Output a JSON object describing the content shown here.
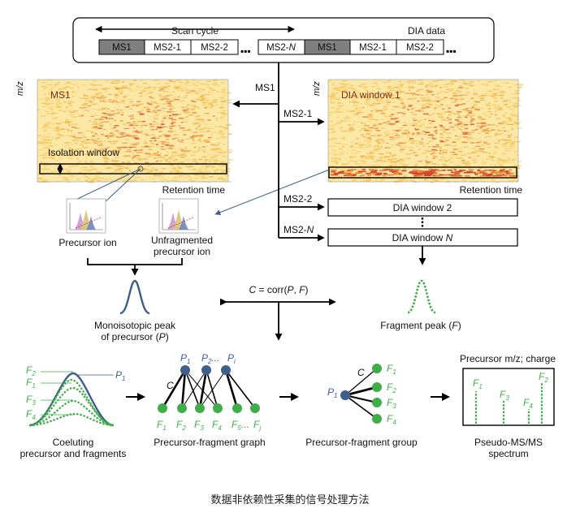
{
  "scan_bar": {
    "scan_cycle": "Scan cycle",
    "dia_data": "DIA data",
    "cells_left": [
      "MS1",
      "MS2-1",
      "MS2-2"
    ],
    "cells_right": [
      "MS2-",
      "MS1",
      "MS2-1",
      "MS2-2"
    ],
    "italic_N": "N"
  },
  "ms1_panel": {
    "axis_y": "m/z",
    "title": "MS1",
    "isolation": "Isolation window",
    "axis_x": "Retention time"
  },
  "dia_panel": {
    "axis_y": "m/z",
    "title": "DIA window 1",
    "axis_x": "Retention time"
  },
  "branches": [
    "MS1",
    "MS2-1",
    "MS2-2",
    "MS2-"
  ],
  "dia_boxes": [
    "DIA window 2",
    "DIA window "
  ],
  "ions": {
    "precursor": "Precursor ion",
    "unfragmented_1": "Unfragmented",
    "unfragmented_2": "precursor ion"
  },
  "peaks": {
    "mono_1": "Monoisotopic peak",
    "mono_2": "of precursor (",
    "fragment": "Fragment peak (",
    "corr": "corr(",
    "C": "C",
    "P": "P",
    "F": "F"
  },
  "bottom": {
    "coeluting_1": "Coeluting",
    "coeluting_2": "precursor and fragments",
    "graph": "Precursor-fragment graph",
    "group": "Precursor-fragment group",
    "pseudo_1": "Pseudo-MS/MS",
    "pseudo_2": "spectrum",
    "precursor_mz": "Precursor m/z; charge"
  },
  "caption": "数据非依赖性采集的信号处理方法",
  "colors": {
    "precursor_blue": "#3e5f8a",
    "fragment_green": "#3fae49",
    "ms1_gray": "#7f7f7f",
    "heatmap_low": "#fbe08a",
    "heatmap_high": "#d6472a"
  }
}
